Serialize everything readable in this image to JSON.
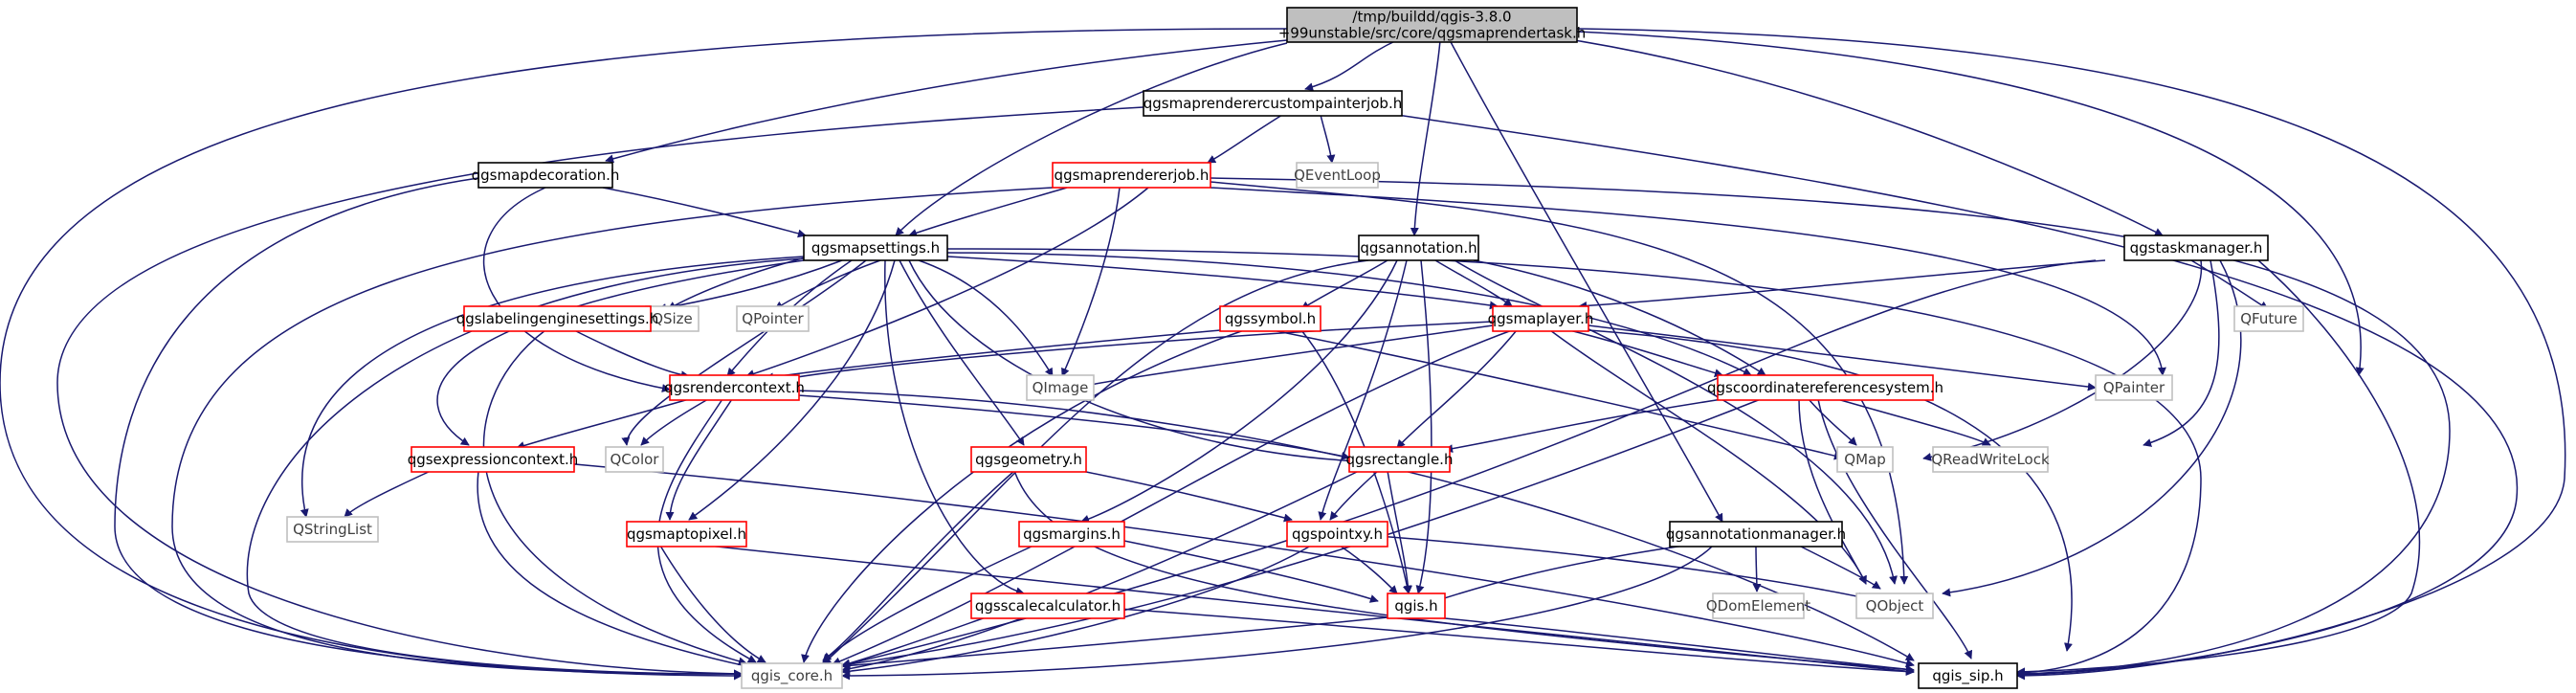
{
  "title_lines": [
    "/tmp/buildd/qgis-3.8.0",
    "+99unstable/src/core/qgsmaprendertask.h"
  ],
  "colors": {
    "edge": "#191970",
    "root_fill": "#bfbfbf",
    "box_black": "#000000",
    "box_red": "#ff0000",
    "box_grey": "#bfbfbf",
    "text": "#000000",
    "text_grey": "#404040"
  },
  "nodes": [
    {
      "id": "root",
      "label": "/tmp/buildd/qgis-3.8.0\n+99unstable/src/core/qgsmaprendertask.h",
      "style": "root"
    },
    {
      "id": "custompainter",
      "label": "qgsmaprenderercustompainterjob.h",
      "style": "black"
    },
    {
      "id": "decoration",
      "label": "qgsmapdecoration.h",
      "style": "black"
    },
    {
      "id": "rendererjob",
      "label": "qgsmaprendererjob.h",
      "style": "red"
    },
    {
      "id": "qeventloop",
      "label": "QEventLoop",
      "style": "grey"
    },
    {
      "id": "mapsettings",
      "label": "qgsmapsettings.h",
      "style": "black"
    },
    {
      "id": "annotation",
      "label": "qgsannotation.h",
      "style": "black"
    },
    {
      "id": "taskmanager",
      "label": "qgstaskmanager.h",
      "style": "black"
    },
    {
      "id": "qsize",
      "label": "QSize",
      "style": "grey"
    },
    {
      "id": "labelingengine",
      "label": "qgslabelingenginesettings.h",
      "style": "red"
    },
    {
      "id": "qpointer",
      "label": "QPointer",
      "style": "grey"
    },
    {
      "id": "symbol",
      "label": "qgssymbol.h",
      "style": "red"
    },
    {
      "id": "maplayer",
      "label": "qgsmaplayer.h",
      "style": "red"
    },
    {
      "id": "qfuture",
      "label": "QFuture",
      "style": "grey"
    },
    {
      "id": "qimage",
      "label": "QImage",
      "style": "grey"
    },
    {
      "id": "rendercontext",
      "label": "qgsrendercontext.h",
      "style": "red"
    },
    {
      "id": "crs",
      "label": "qgscoordinatereferencesystem.h",
      "style": "red"
    },
    {
      "id": "qpainter",
      "label": "QPainter",
      "style": "grey"
    },
    {
      "id": "exprcontext",
      "label": "qgsexpressioncontext.h",
      "style": "red"
    },
    {
      "id": "qcolor",
      "label": "QColor",
      "style": "grey"
    },
    {
      "id": "geometry",
      "label": "qgsgeometry.h",
      "style": "red"
    },
    {
      "id": "rectangle",
      "label": "qgsrectangle.h",
      "style": "red"
    },
    {
      "id": "qmap",
      "label": "QMap",
      "style": "grey"
    },
    {
      "id": "qreadwritelock",
      "label": "QReadWriteLock",
      "style": "grey"
    },
    {
      "id": "qstringlist",
      "label": "QStringList",
      "style": "grey"
    },
    {
      "id": "maptopixel",
      "label": "qgsmaptopixel.h",
      "style": "red"
    },
    {
      "id": "margins",
      "label": "qgsmargins.h",
      "style": "red"
    },
    {
      "id": "pointxy",
      "label": "qgspointxy.h",
      "style": "red"
    },
    {
      "id": "annotationmanager",
      "label": "qgsannotationmanager.h",
      "style": "black"
    },
    {
      "id": "scalecalc",
      "label": "qgsscalecalculator.h",
      "style": "red"
    },
    {
      "id": "qgis",
      "label": "qgis.h",
      "style": "red"
    },
    {
      "id": "qdomelement",
      "label": "QDomElement",
      "style": "grey"
    },
    {
      "id": "qobject",
      "label": "QObject",
      "style": "grey"
    },
    {
      "id": "qgiscore",
      "label": "qgis_core.h",
      "style": "grey"
    },
    {
      "id": "qgissip",
      "label": "qgis_sip.h",
      "style": "black"
    }
  ]
}
